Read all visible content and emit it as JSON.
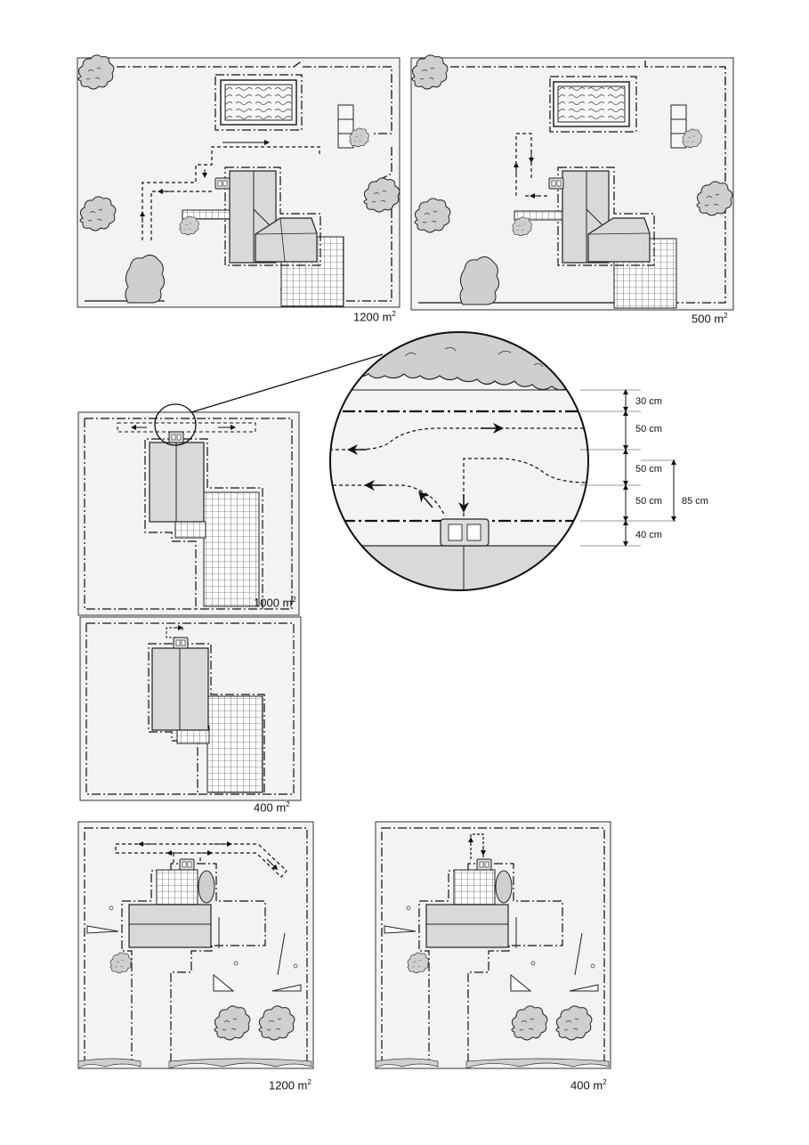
{
  "colors": {
    "ink": "#111111",
    "lawn": "#f3f3f3",
    "house": "#d9d9d9",
    "bush": "#c8c8c8"
  },
  "panels": [
    {
      "id": "p1",
      "area": "1200",
      "unit": "m",
      "exp": "2"
    },
    {
      "id": "p2",
      "area": "500",
      "unit": "m",
      "exp": "2"
    },
    {
      "id": "p3",
      "area": "1000",
      "unit": "m",
      "exp": "2"
    },
    {
      "id": "p4",
      "area": "400",
      "unit": "m",
      "exp": "2"
    },
    {
      "id": "p5",
      "area": "1200",
      "unit": "m",
      "exp": "2"
    },
    {
      "id": "p6",
      "area": "400",
      "unit": "m",
      "exp": "2"
    }
  ],
  "detail": {
    "dims": [
      "30 cm",
      "50 cm",
      "50 cm",
      "50 cm",
      "40 cm"
    ],
    "total": "85 cm"
  },
  "icons": [
    "shrub-icon",
    "pool-icon",
    "charging-station-icon",
    "mower-path-arrow-icon",
    "magnifier-circle-icon"
  ]
}
